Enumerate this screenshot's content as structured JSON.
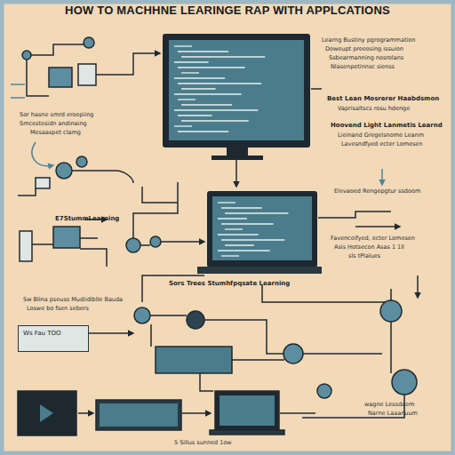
{
  "diagram": {
    "title": "HOW TO MACHHNE LEARINGE RAP WITH APPLCATIONS",
    "nodes": [
      {
        "text": [
          "Ws Fau TOO"
        ]
      }
    ],
    "labels": [
      "Learng Bustiny pgrogrammation",
      "Doweupt preeosing issuion",
      "Ssbearmanning nosrolans",
      "Nlasenpetinnsc sienss",
      "Best Lean Mosrerer Haabdsmon",
      "Vaprisaltscs rosu hdenge",
      "Hoovend Light Lanmetis Learnd",
      "Lieinand Gregelsnome Leanm",
      "Lavesndfyed ecter Lomesen",
      "Elevaoed Rengepgtur ssdoom",
      "Sor hasne smrd eroepiing",
      "Smcestesidn andinaing",
      "Mesaaspet clamg",
      "E7StummLearning",
      "Favenceifyed, ecter Lomesen",
      "Asis Hotsecon Asas 1 1ll",
      "sls tPlalues",
      "Sors Trees Stumhfpqsate Learning",
      "Sw Blina pseuss Mudiidiblle Bauda",
      "Loswe bo fsen sebers",
      "wagne Lessdaem",
      "Narne Laaanuum",
      "5 Sillus sunned 1ow"
    ]
  }
}
